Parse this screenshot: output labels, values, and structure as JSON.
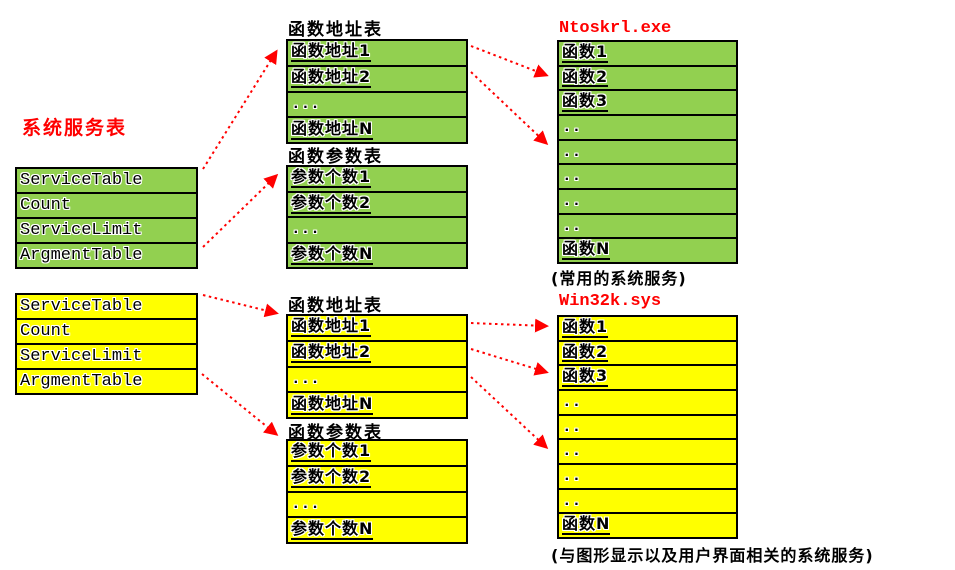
{
  "colors": {
    "green_fill": "#92D050",
    "yellow_fill": "#FFFF00",
    "accent_red": "#FF0000",
    "border_black": "#000000",
    "background": "#FFFFFF"
  },
  "labels": {
    "sst": "系统服务表",
    "addr_title": "函数地址表",
    "param_title": "函数参数表",
    "ntoskrl": "Ntoskrl.exe",
    "ntoskrl_caption": "(常用的系统服务)",
    "win32k": "Win32k.sys",
    "win32k_caption": "(与图形显示以及用户界面相关的系统服务)"
  },
  "sst_rows": [
    "ServiceTable",
    "Count",
    "ServiceLimit",
    "ArgmentTable"
  ],
  "addr_rows": [
    "函数地址1",
    "函数地址2",
    "...",
    "函数地址N"
  ],
  "param_rows": [
    "参数个数1",
    "参数个数2",
    "...",
    "参数个数N"
  ],
  "module_rows": [
    "函数1",
    "函数2",
    "函数3",
    "..",
    "..",
    "..",
    "..",
    "..",
    "函数N"
  ],
  "connections": [
    {
      "from": "green ServiceTable",
      "to": "green 函数地址表 row 函数地址1"
    },
    {
      "from": "green ArgmentTable",
      "to": "green 函数参数表 row 参数个数1"
    },
    {
      "from": "green 函数地址1",
      "to": "Ntoskrl.exe 函数2"
    },
    {
      "from": "green 函数地址2",
      "to": "Ntoskrl.exe dots row 5"
    },
    {
      "from": "yellow ServiceTable",
      "to": "yellow 函数地址表 row 函数地址1"
    },
    {
      "from": "yellow ArgmentTable",
      "to": "yellow 函数参数表 row 参数个数1"
    },
    {
      "from": "yellow 函数地址1",
      "to": "Win32k.sys 函数1"
    },
    {
      "from": "yellow 函数地址2",
      "to": "Win32k.sys 函数3"
    },
    {
      "from": "yellow 函数地址...",
      "to": "Win32k.sys dots row 6"
    }
  ]
}
